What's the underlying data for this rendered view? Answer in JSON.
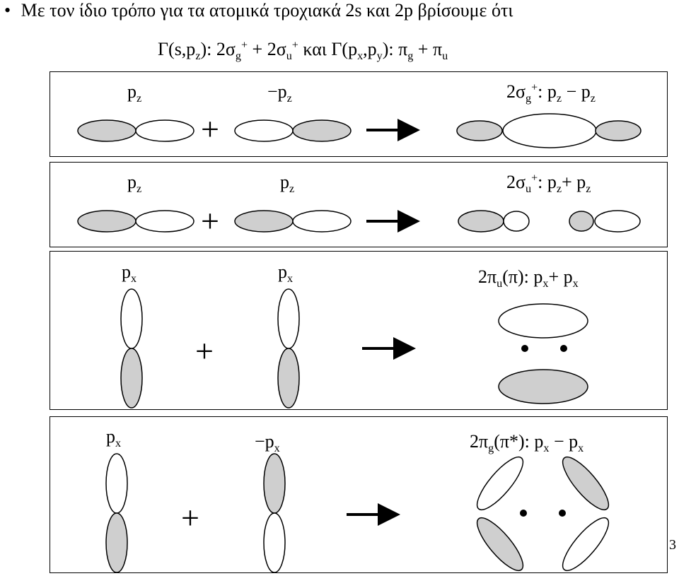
{
  "heading": {
    "bullet": "•",
    "text": "Με τον ίδιο τρόπο για τα ατομικά τροχιακά 2s και 2p βρίσουμε ότι"
  },
  "subheading": {
    "g1_pre": "Γ(s,p",
    "g1_sub": "z",
    "g1_post": "): 2σ",
    "sg_sub": "g",
    "sg_sup": "+",
    "plus1": " + 2σ",
    "su_sub": "u",
    "su_sup": "+",
    "and": " και ",
    "g2_pre": "Γ(p",
    "g2_sub1": "x",
    "g2_mid": ",p",
    "g2_sub2": "y",
    "g2_post": "):  π",
    "pg_sub": "g",
    "plus2": " + π",
    "pu_sub": "u"
  },
  "panels": [
    {
      "left_label": {
        "base": "p",
        "sub": "z"
      },
      "mid_label": {
        "prefix": "−",
        "base": "p",
        "sub": "z"
      },
      "result": {
        "pre": "2σ",
        "sub": "g",
        "sup": "+",
        "formula_pre": ": p",
        "s1": "z",
        "op": " − p",
        "s2": "z"
      },
      "plus": "+"
    },
    {
      "left_label": {
        "base": "p",
        "sub": "z"
      },
      "mid_label": {
        "prefix": "",
        "base": "p",
        "sub": "z"
      },
      "result": {
        "pre": "2σ",
        "sub": "u",
        "sup": "+",
        "formula_pre": ": p",
        "s1": "z",
        "op": "+ p",
        "s2": "z"
      },
      "plus": "+"
    },
    {
      "left_label": {
        "base": "p",
        "sub": "x"
      },
      "mid_label": {
        "prefix": "",
        "base": "p",
        "sub": "x"
      },
      "result": {
        "pre": "2π",
        "sub": "u",
        "paren": "(π)",
        "formula_pre": ": p",
        "s1": "x",
        "op": "+ p",
        "s2": "x"
      },
      "plus": "+"
    },
    {
      "left_label": {
        "base": "p",
        "sub": "x"
      },
      "mid_label": {
        "prefix": "−",
        "base": "p",
        "sub": "x"
      },
      "result": {
        "pre": "2π",
        "sub": "g",
        "paren": "(π*)",
        "formula_pre": ": p",
        "s1": "x",
        "op": " − p",
        "s2": "x"
      },
      "plus": "+"
    }
  ],
  "page_number": "3",
  "colors": {
    "shaded_lobe": "#cfcfcf",
    "line": "#000000",
    "background": "#ffffff"
  }
}
